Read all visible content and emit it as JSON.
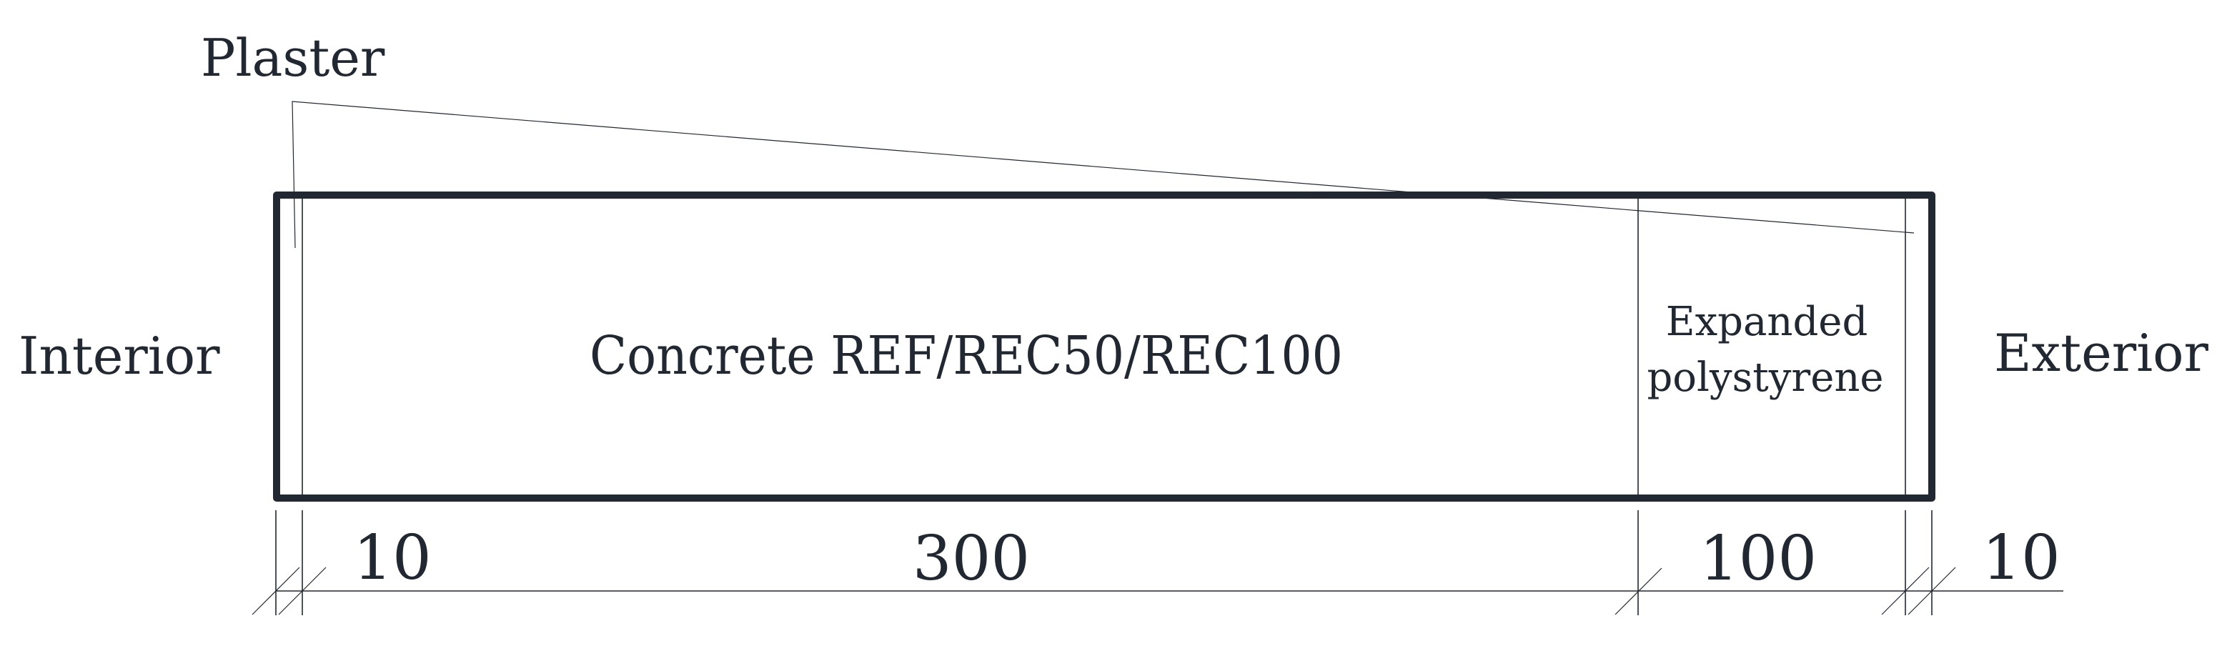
{
  "diagram": {
    "type": "wall-cross-section",
    "labels": {
      "interior": "Interior",
      "exterior": "Exterior",
      "plaster": "Plaster",
      "concrete": "Concrete REF/REC50/REC100",
      "eps_line1": "Expanded",
      "eps_line2": "polystyrene"
    },
    "layers": [
      {
        "name": "Plaster (interior)",
        "thickness_mm": 10
      },
      {
        "name": "Concrete REF/REC50/REC100",
        "thickness_mm": 300
      },
      {
        "name": "Expanded polystyrene",
        "thickness_mm": 100
      },
      {
        "name": "Plaster (exterior)",
        "thickness_mm": 10
      }
    ],
    "dimensions": {
      "d1": "10",
      "d2": "300",
      "d3": "100",
      "d4": "10"
    },
    "colors": {
      "ink": "#222831",
      "background": "#ffffff"
    }
  }
}
